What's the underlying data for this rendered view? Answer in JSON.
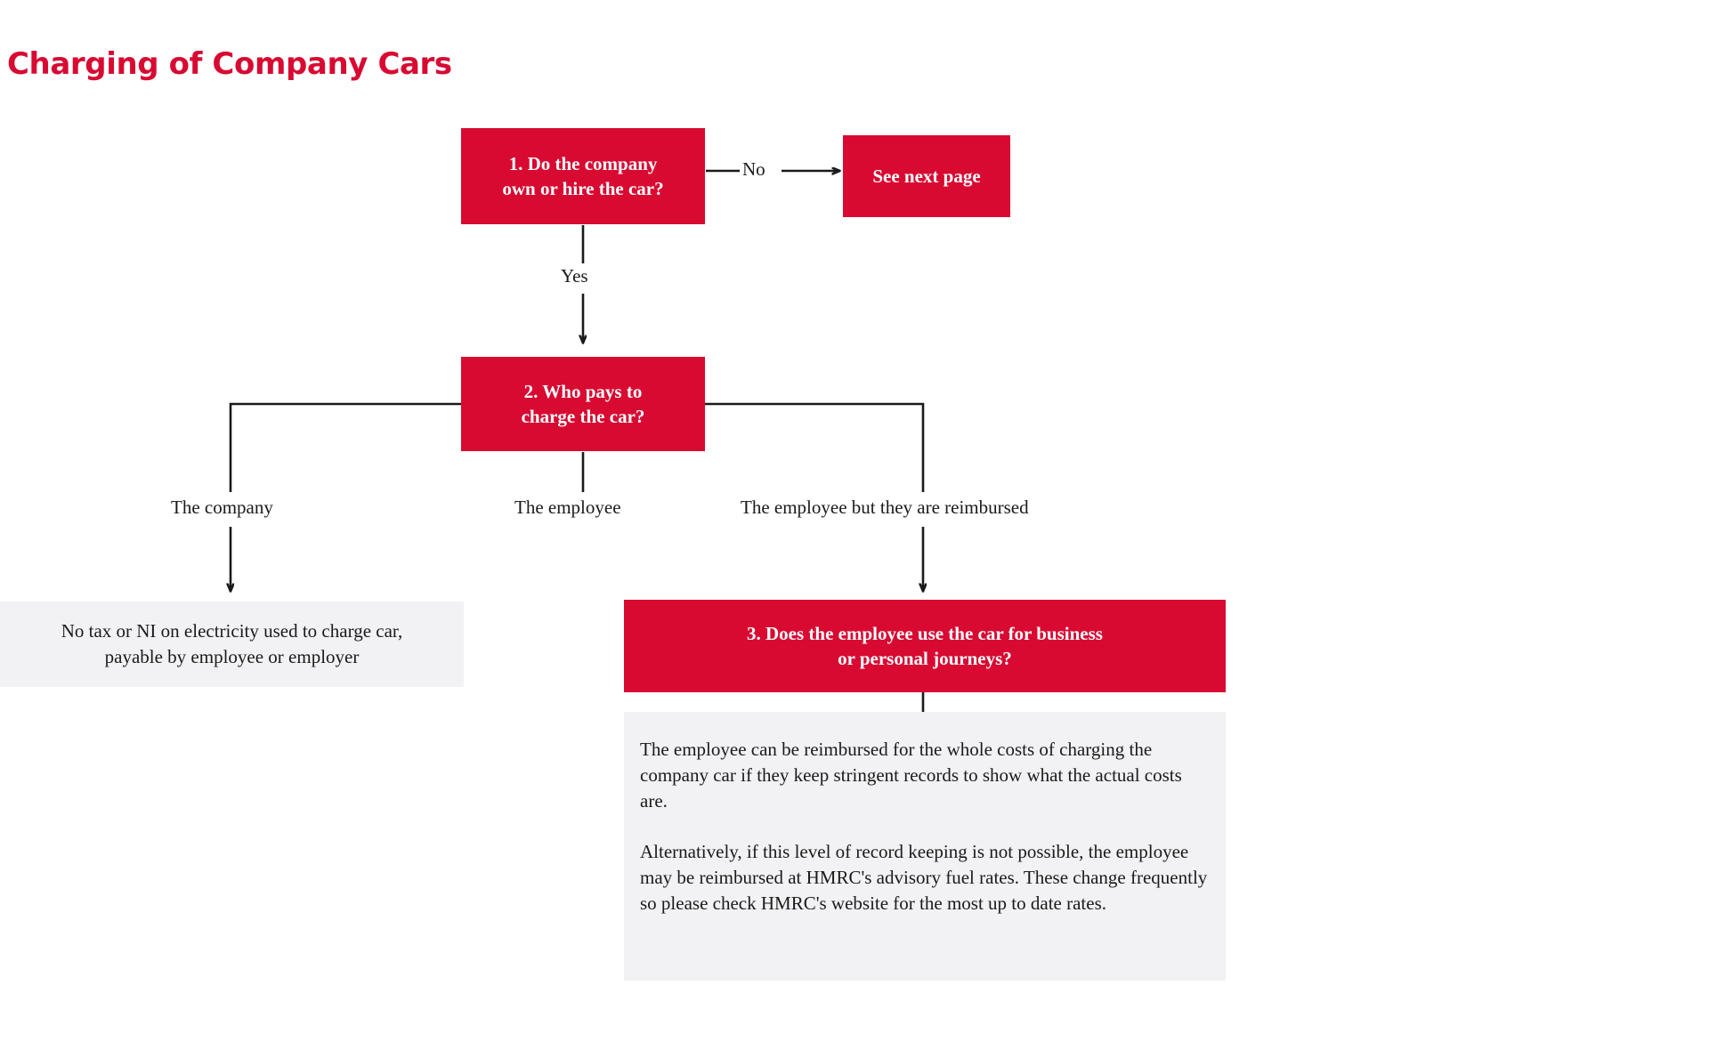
{
  "page": {
    "title": "Charging of Company Cars",
    "accent_color": "#D80A32",
    "panel_color": "#F2F2F4",
    "text_color": "#1A1A1A"
  },
  "nodes": {
    "box1": {
      "id": "1",
      "line1": "1. Do the company",
      "line2": "own or hire the car?",
      "text": "1. Do the company own or hire the car?"
    },
    "next_page": {
      "text": "See next page"
    },
    "box2": {
      "id": "2",
      "line1": "2.  Who pays to",
      "line2": "charge the car?",
      "text": "2.  Who pays to charge the car?"
    },
    "box3": {
      "id": "3",
      "line1": "3. Does the employee use the car for business",
      "line2": "or personal journeys?",
      "text": "3. Does the employee use the car for business or personal journeys?"
    }
  },
  "edges": {
    "no": "No",
    "yes": "Yes",
    "branch_company": "The company",
    "branch_employee": "The employee",
    "branch_reimbursed": "The employee but they are reimbursed"
  },
  "panels": {
    "company_outcome": {
      "line1": "No tax or NI on electricity used to charge car,",
      "line2": "payable by employee or employer",
      "text": "No tax or NI on electricity used to charge car, payable by employee or employer"
    },
    "reimbursed_outcome": {
      "paragraph1": "The employee can be reimbursed for the whole costs of charging the company car if they keep stringent records to show what the actual costs are.",
      "paragraph2": "Alternatively, if this level of record keeping is not possible, the employee may be reimbursed at HMRC's advisory fuel rates. These change frequently so please check HMRC's website for the most up to date rates."
    }
  }
}
